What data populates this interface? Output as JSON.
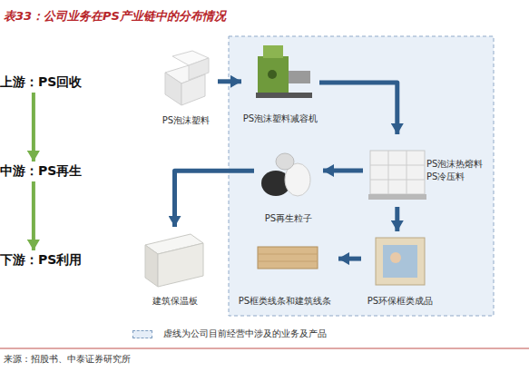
{
  "diagram": {
    "title": "表33：公司业务在PS产业链中的分布情况",
    "nodes": [
      {
        "text": [
          "上游：PS回收"
        ]
      },
      {
        "text": [
          "中游：PS再生"
        ]
      },
      {
        "text": [
          "下游：PS利用"
        ]
      },
      {
        "text": [
          "PS泡沫塑料"
        ]
      },
      {
        "text": [
          "PS泡沫塑料减容机"
        ]
      },
      {
        "text": [
          "PS泡沫热熔料 PS冷压料"
        ]
      },
      {
        "text": [
          "PS再生粒子"
        ]
      },
      {
        "text": [
          "PS环保框类成品"
        ]
      },
      {
        "text": [
          "PS框类线条和建筑线条"
        ]
      },
      {
        "text": [
          "建筑保温板"
        ]
      }
    ],
    "edges": [
      {
        "from": 0,
        "to": 1,
        "arrow": "to"
      },
      {
        "from": 1,
        "to": 2,
        "arrow": "to"
      },
      {
        "from": 3,
        "to": 4,
        "arrow": "to"
      },
      {
        "from": 4,
        "to": 5,
        "arrow": "to"
      },
      {
        "from": 5,
        "to": 6,
        "arrow": "to"
      },
      {
        "from": 5,
        "to": 7,
        "arrow": "to"
      },
      {
        "from": 7,
        "to": 8,
        "arrow": "to"
      },
      {
        "from": 6,
        "to": 9,
        "arrow": "to"
      }
    ],
    "labels": [
      "来源：招股书、中泰证券研究所"
    ],
    "legend": [
      {
        "text": "虚线为公司目前经营中涉及的业务及产品"
      }
    ]
  }
}
